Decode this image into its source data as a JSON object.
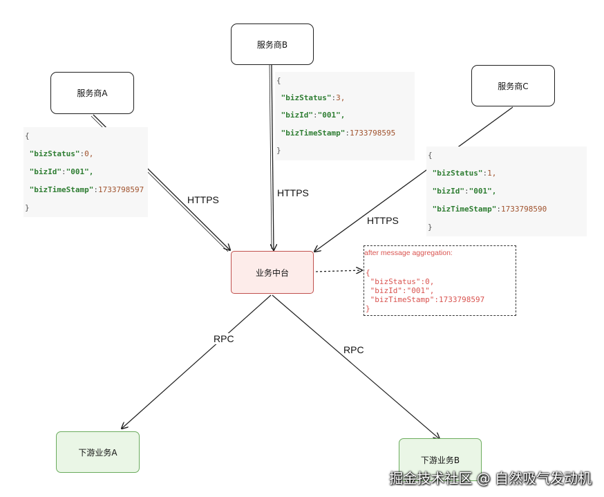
{
  "nodes": {
    "provider_a": "服务商A",
    "provider_b": "服务商B",
    "provider_c": "服务商C",
    "hub": "业务中台",
    "downstream_a": "下游业务A",
    "downstream_b": "下游业务B"
  },
  "edge_labels": {
    "https_a": "HTTPS",
    "https_b": "HTTPS",
    "https_c": "HTTPS",
    "rpc_a": "RPC",
    "rpc_b": "RPC"
  },
  "payloads": {
    "a": {
      "status_key": "\"bizStatus\"",
      "status_val": "0,",
      "id_key": "\"bizId\"",
      "id_val": "\"001\",",
      "ts_key": "\"bizTimeStamp\"",
      "ts_val": "1733798597"
    },
    "b": {
      "status_key": "\"bizStatus\"",
      "status_val": "3,",
      "id_key": "\"bizId\"",
      "id_val": "\"001\",",
      "ts_key": "\"bizTimeStamp\"",
      "ts_val": "1733798595"
    },
    "c": {
      "status_key": "\"bizStatus\"",
      "status_val": "1,",
      "id_key": "\"bizId\"",
      "id_val": "\"001\",",
      "ts_key": "\"bizTimeStamp\"",
      "ts_val": "1733798590"
    }
  },
  "aggregation": {
    "title": "after message aggregation:",
    "open": "{",
    "line1": " \"bizStatus\":0,",
    "line2": " \"bizId\":\"001\",",
    "line3": " \"bizTimeStamp\":1733798597",
    "close": "}"
  },
  "watermark": "掘金技术社区 @ 自然吸气发动机"
}
